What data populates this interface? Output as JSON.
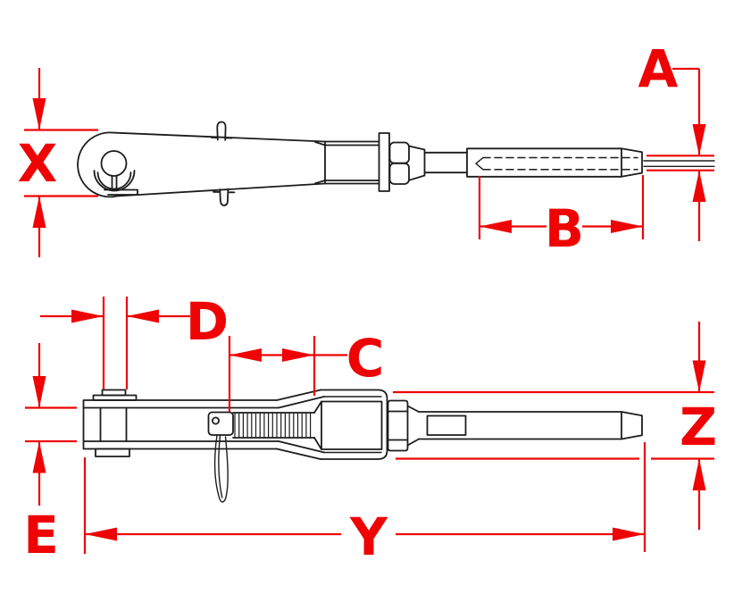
{
  "drawing": {
    "background": "#ffffff",
    "colors": {
      "line": "#1c1c1c",
      "dimension": "#ee0404"
    },
    "views": {
      "side_view": {
        "dimension_labels": [
          "X",
          "A",
          "B"
        ]
      },
      "top_view": {
        "dimension_labels": [
          "D",
          "C",
          "E",
          "Y",
          "Z"
        ]
      }
    },
    "dims": {
      "X": "X",
      "A": "A",
      "B": "B",
      "C": "C",
      "D": "D",
      "E": "E",
      "Y": "Y",
      "Z": "Z"
    }
  }
}
